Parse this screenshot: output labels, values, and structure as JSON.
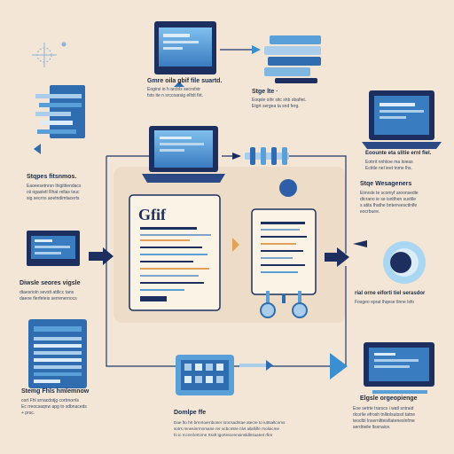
{
  "labels": {
    "top_center_title": "Gmre oila gbif file suartd.",
    "top_center_line1": "Eogirsi io h arctrls secrsfstr",
    "top_center_line2": "fsto ite n srccoarsig elfxlt firt.",
    "top_right_title": "Stge lte ·",
    "top_right_line1": "Eoqsle oihr sitc shb obafiet.",
    "top_right_line2": "Etgrt sergea ta  snd ferg.",
    "left1_title": "Stqpes fitsnmos.",
    "left1_line1": "Eaoeesetnrsn Ihigittiendacs",
    "left1_line2": "oii ogasietl Rhat rellas tsuc",
    "left1_line3": "sig secrns aoetndimtacerts",
    "left2_title": "Diwsle seores vigsle",
    "left2_line1": "dtaesrioln sevstt attlicc tans",
    "left2_line2": "daeoe flerfeteis serrenernocs",
    "bottom_left_title": "Stemg Fhls hmlemnow",
    "bottom_left_line1": "cort Fhl srnacdotjg cortrnorrls",
    "bottom_left_line2": "Ec rreocsaqnw apg to sdbnaceds",
    "bottom_left_line3": "+ prsc.",
    "doc_heading": "Gfif",
    "bottom_center_title": "Domlpe ffe",
    "bottom_center_line1": "Dae fto hrt brmrtoernboner srocsadntae atecre  to iuttsaltcnms",
    "bottom_center_line2": "sotrs renesinrmnmane rer ocbcmtre nlvt ailafiilfe rnoloicme",
    "bottom_center_line3": "fo ic rccnrclertcmn Sraft tgortrecennoinsldlnsuanet rfire",
    "right1_title": "Eoounte eta slitie ernl flel.",
    "right1_line1": "Eotrrit nnhiioe ma loieas",
    "right1_line2": "Ectitle nel ieet tnme lhs.",
    "right2_title": "Stqe Wesageners",
    "right2_line1": "Eimrsle te scomyf aroonsedle",
    "right2_line2": "dtcrano ie se isnlthen suvttle",
    "right2_line3": "s atita fhathe bnterreesctlnlfe",
    "right2_line4": "eocrbuee.",
    "right3_title": "rial orne eiforti tiel serasdor",
    "right3_line1": "Fosgeo eprat lhqese tlnne lsfo",
    "bottom_right_title": "Elgsle orgeopienge",
    "bottom_right_line1": "Eoe setrte trarscs i watl sntraid",
    "bottom_right_line2": "dcorlie efrosh tnlitolsutssrl tatne",
    "bottom_right_line3": "teoclbl Insernltteisfiateneslnfme",
    "bottom_right_line4": "serdrieile ltssnaice."
  },
  "colors": {
    "background": "#f3e6d6",
    "navy": "#1d2f5e",
    "blue": "#2f6db0",
    "sky": "#5aa0d8",
    "pale_blue": "#a9cdea",
    "paper": "#fbf3e6",
    "orange": "#e3a25a",
    "line": "#1f3a6a"
  },
  "icons": [
    "laptop-icon",
    "browser-window-icon",
    "server-stack-icon",
    "document-icon",
    "pipeline-icon",
    "key-icon",
    "data-grid-icon",
    "chip-board-icon",
    "globe-icon",
    "funnel-icon",
    "sparkle-icon"
  ]
}
